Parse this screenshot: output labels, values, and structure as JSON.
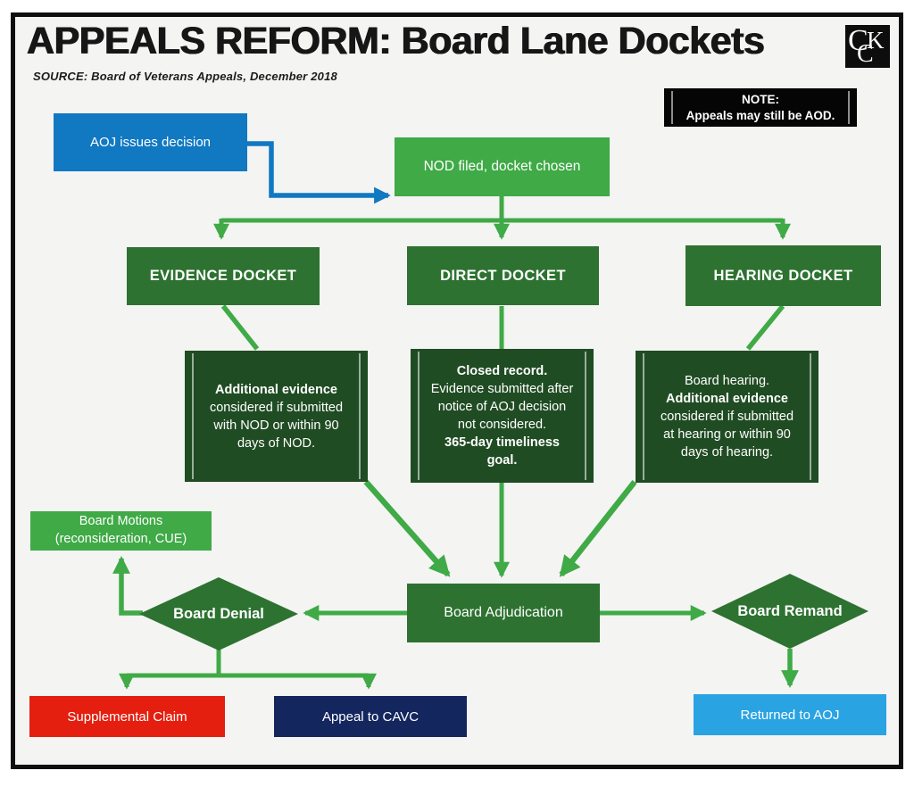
{
  "header": {
    "title": "APPEALS REFORM: Board Lane Dockets",
    "source": "SOURCE: Board of Veterans Appeals, December 2018",
    "logo": {
      "c1": "C",
      "k": "K",
      "c2": "C"
    }
  },
  "note": {
    "line1": "NOTE:",
    "line2": "Appeals may still be AOD."
  },
  "nodes": {
    "aoj": {
      "label": "AOJ issues decision"
    },
    "nod": {
      "label": "NOD filed, docket chosen"
    },
    "evidence_docket": {
      "label": "EVIDENCE DOCKET"
    },
    "direct_docket": {
      "label": "DIRECT DOCKET"
    },
    "hearing_docket": {
      "label": "HEARING DOCKET"
    },
    "evidence_detail": {
      "bold": "Additional evidence",
      "text": "considered if submitted with NOD or within 90 days of NOD."
    },
    "direct_detail": {
      "bold1": "Closed record.",
      "text": "Evidence submitted after notice of AOJ decision not considered.",
      "bold2": "365-day timeliness goal."
    },
    "hearing_detail": {
      "text1": "Board hearing.",
      "bold": "Additional evidence",
      "text2": "considered if submitted at hearing or within 90 days of hearing."
    },
    "board_motions": {
      "line1": "Board Motions",
      "line2": "(reconsideration, CUE)"
    },
    "board_denial": {
      "label": "Board Denial"
    },
    "board_adjudication": {
      "label": "Board Adjudication"
    },
    "board_remand": {
      "label": "Board Remand"
    },
    "supplemental_claim": {
      "label": "Supplemental Claim"
    },
    "appeal_cavc": {
      "label": "Appeal to CAVC"
    },
    "returned_aoj": {
      "label": "Returned to AOJ"
    }
  },
  "colors": {
    "arrow_green": "#3faa46",
    "mid_green": "#3faa46",
    "dark_green": "#2d7231",
    "darkest_green": "#204c23",
    "blue": "#1178c2",
    "light_blue": "#2aa3e3",
    "red": "#e41f0f",
    "navy": "#14265e",
    "black": "#050505",
    "background": "#f4f4f3"
  }
}
